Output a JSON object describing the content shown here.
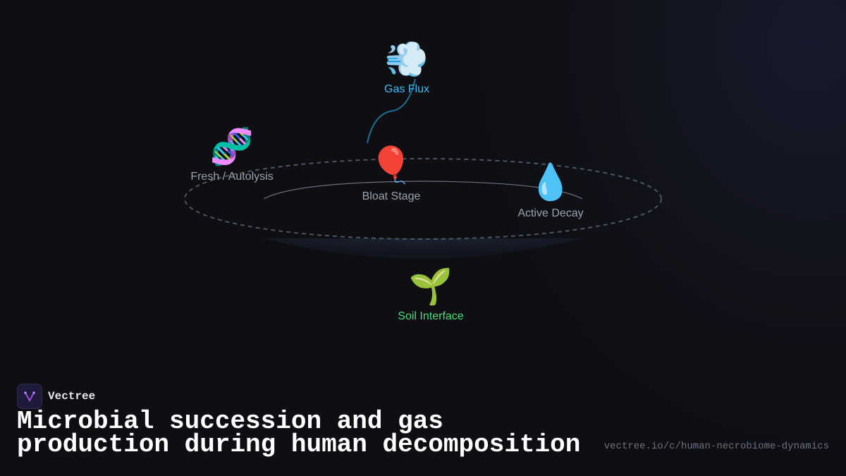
{
  "diagram": {
    "nodes": [
      {
        "id": "gas",
        "label": "Gas Flux",
        "icon": "dash-symbol-icon",
        "emoji": "💨",
        "color": "#38bdf8"
      },
      {
        "id": "fresh",
        "label": "Fresh / Autolysis",
        "icon": "dna-icon",
        "emoji": "🧬",
        "color": "#9ca3af"
      },
      {
        "id": "bloat",
        "label": "Bloat Stage",
        "icon": "balloon-icon",
        "emoji": "🎈",
        "color": "#9ca3af"
      },
      {
        "id": "decay",
        "label": "Active Decay",
        "icon": "droplet-icon",
        "emoji": "💧",
        "color": "#9ca3af"
      },
      {
        "id": "soil",
        "label": "Soil Interface",
        "icon": "seedling-icon",
        "emoji": "🌱",
        "color": "#4ade80"
      }
    ]
  },
  "footer": {
    "brand": "Vectree",
    "title_line1": "Microbial succession and gas",
    "title_line2": "production during human decomposition",
    "url": "vectree.io/c/human-necrobiome-dynamics"
  }
}
